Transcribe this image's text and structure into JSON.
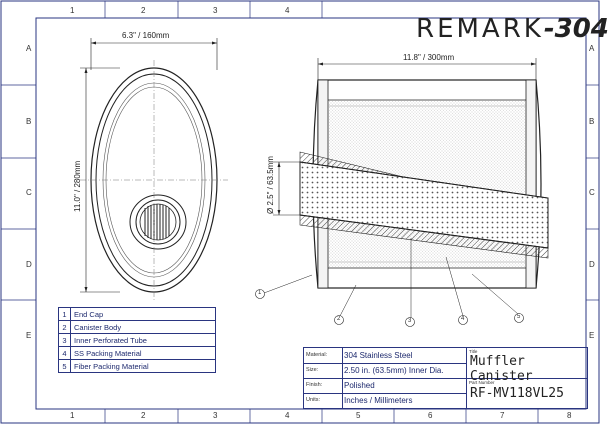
{
  "brand": {
    "text": "REMARK",
    "suffix": "304"
  },
  "grid": {
    "columns": [
      "1",
      "2",
      "3",
      "4",
      "5",
      "6",
      "7",
      "8"
    ],
    "rows": [
      "A",
      "B",
      "C",
      "D",
      "E"
    ]
  },
  "dimensions": {
    "end_cap_width": "6.3\" / 160mm",
    "end_cap_height": "11.0\" / 280mm",
    "canister_length": "11.8\" / 300mm",
    "tube_diameter": "Ø 2.5\" / 63.5mm"
  },
  "callouts": [
    "1",
    "2",
    "3",
    "4",
    "5"
  ],
  "parts": [
    {
      "num": "1",
      "name": "End Cap"
    },
    {
      "num": "2",
      "name": "Canister Body"
    },
    {
      "num": "3",
      "name": "Inner Perforated Tube"
    },
    {
      "num": "4",
      "name": "SS Packing Material"
    },
    {
      "num": "5",
      "name": "Fiber Packing Material"
    }
  ],
  "title_block": {
    "material_label": "Material:",
    "material": "304 Stainless Steel",
    "size_label": "Size:",
    "size": "2.50 in. (63.5mm) Inner Dia.",
    "finish_label": "Finish:",
    "finish": "Polished",
    "units_label": "Units:",
    "units": "Inches / Millimeters",
    "title_label": "Title",
    "title": "Muffler Canister",
    "part_label": "Part Number",
    "part_number": "RF-MV118VL25"
  }
}
